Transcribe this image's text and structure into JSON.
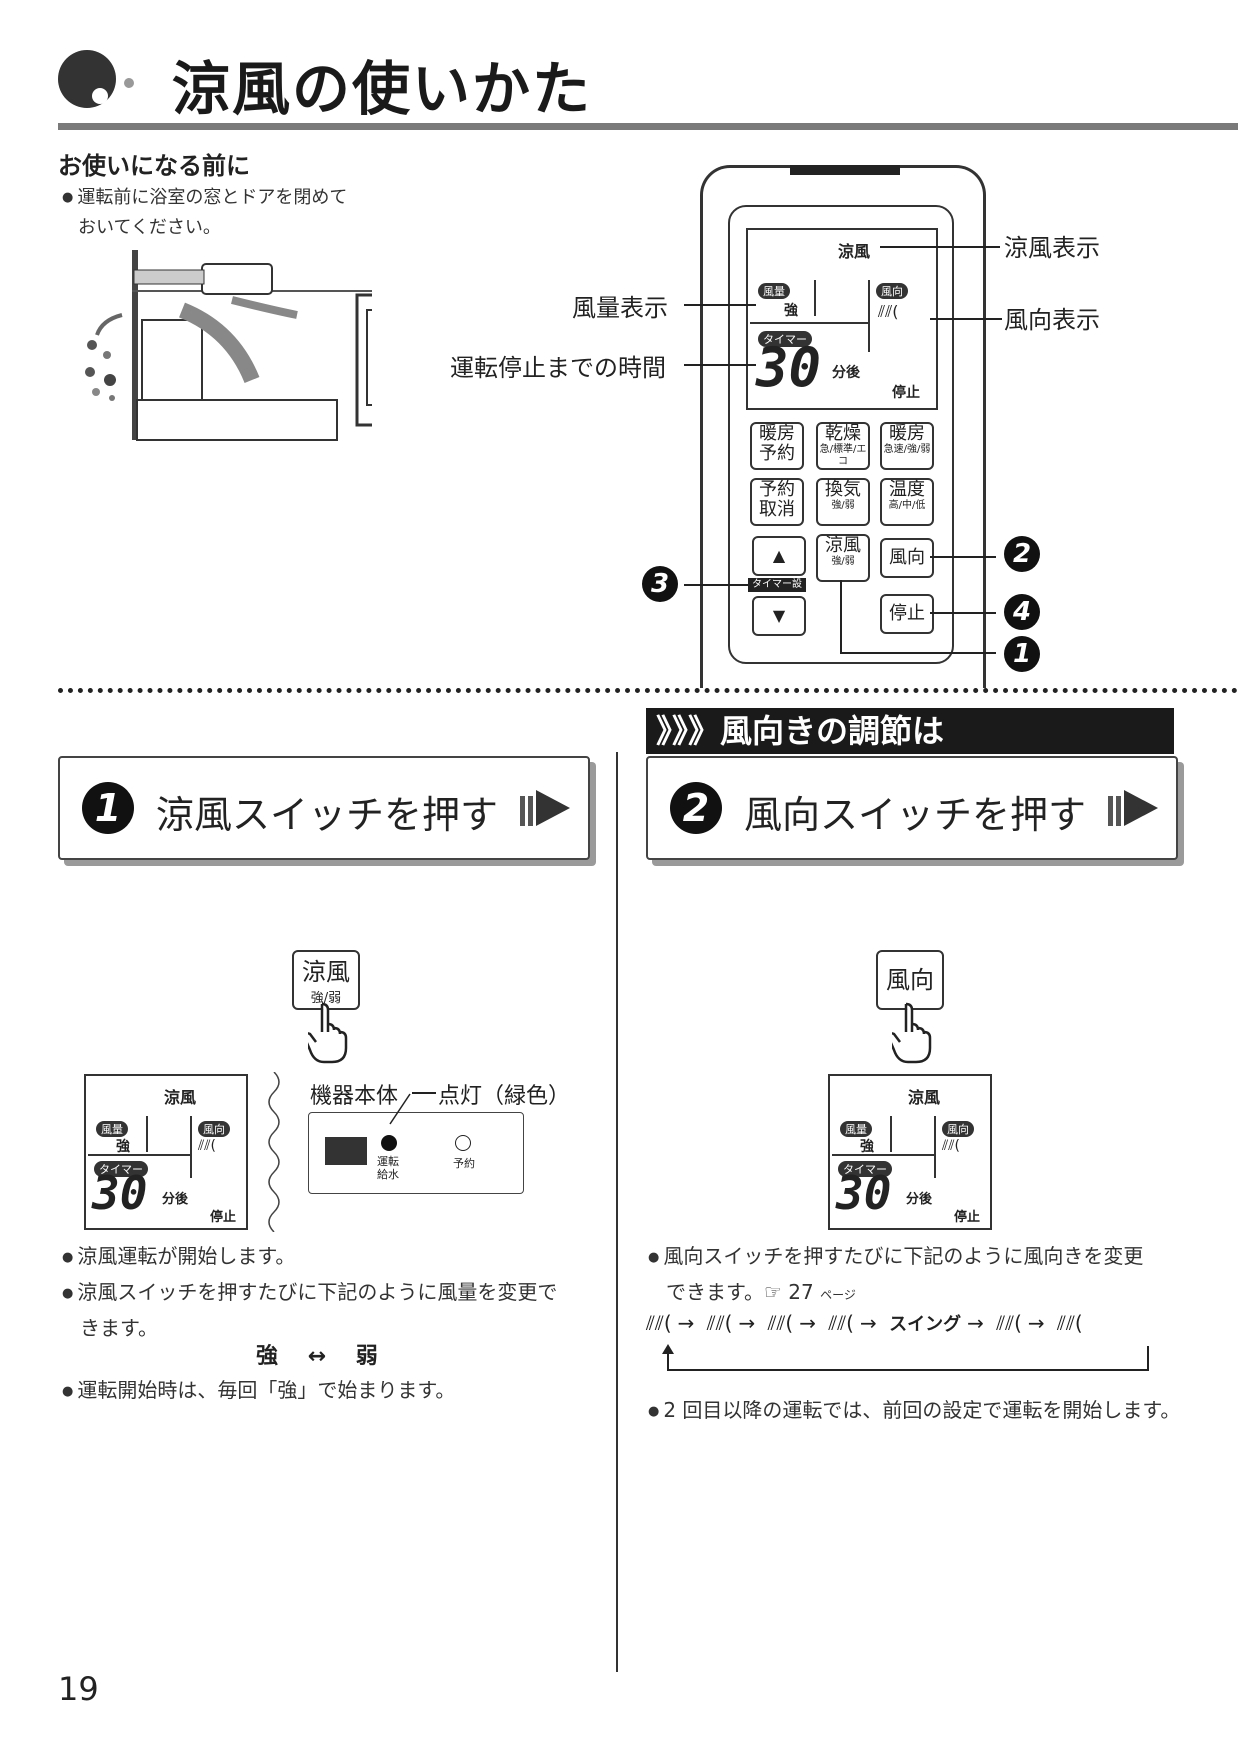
{
  "header": {
    "title": "涼風の使いかた"
  },
  "pre_use": {
    "title": "お使いになる前に",
    "note_line1": "運転前に浴室の窓とドアを閉めて",
    "note_line2": "おいてください。"
  },
  "remote": {
    "lcd": {
      "mode": "涼風",
      "fan_label": "風量",
      "fan_value": "強",
      "dir_label": "風向",
      "timer_label": "タイマー",
      "timer_value": "30",
      "timer_unit": "分後",
      "stop": "停止"
    },
    "buttons": {
      "heat_reserve": [
        "暖房",
        "予約"
      ],
      "dry": [
        "乾燥",
        "急/標準/エコ"
      ],
      "heat": [
        "暖房",
        "急速/強/弱"
      ],
      "cancel": [
        "予約",
        "取消"
      ],
      "vent": [
        "換気",
        "強/弱"
      ],
      "temp": [
        "温度",
        "高/中/低"
      ],
      "cool": [
        "涼風",
        "強/弱"
      ],
      "direction": "風向",
      "stop": "停止",
      "timer_set": "タイマー設定",
      "up": "▲",
      "down": "▼"
    },
    "callouts": {
      "cool_display": "涼風表示",
      "fan_display": "風量表示",
      "dir_display": "風向表示",
      "time_to_stop": "運転停止までの時間"
    },
    "markers": [
      "1",
      "2",
      "3",
      "4"
    ]
  },
  "section2_header": "》》》風向きの調節は",
  "step1": {
    "number": "1",
    "title": "涼風スイッチを押す",
    "button": [
      "涼風",
      "強/弱"
    ],
    "unit_label": "機器本体",
    "lit_label": "点灯（緑色）",
    "run_label": [
      "運転",
      "給水"
    ],
    "reserve_label": "予約",
    "bullets": [
      "涼風運転が開始します。",
      "涼風スイッチを押すたびに下記のように風量を変更で",
      "きます。"
    ],
    "fan_strong": "強",
    "fan_toggle": "↔",
    "fan_weak": "弱",
    "bullet_last": "運転開始時は、毎回「強」で始まります。"
  },
  "step2": {
    "number": "2",
    "title": "風向スイッチを押す",
    "button": "風向",
    "bullet1_a": "風向スイッチを押すたびに下記のように風向きを変更",
    "bullet1_b": "できます。☞ 27",
    "page_ref": "ページ",
    "swing": "スイング",
    "bullet2": "2 回目以降の運転では、前回の設定で運転を開始します。"
  },
  "page_number": "19"
}
